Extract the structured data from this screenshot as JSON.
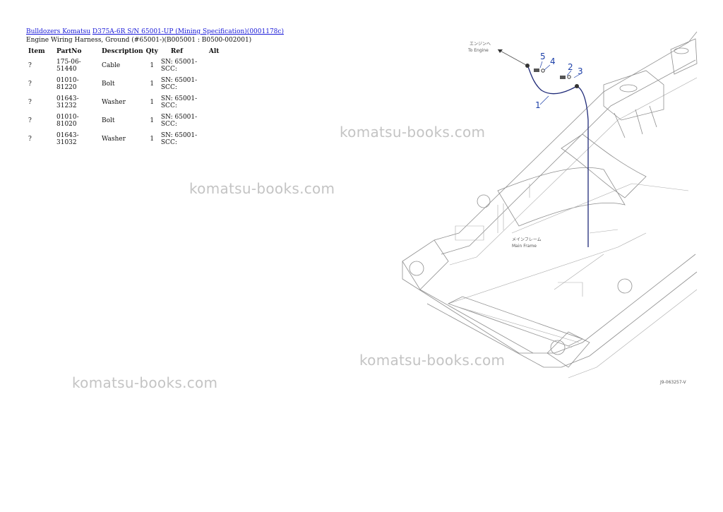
{
  "breadcrumb": {
    "link1": "Bulldozers Komatsu",
    "link2": "D375A-6R S/N 65001-UP (Mining Specification)(0001178c)"
  },
  "subtitle": "Engine Wiring Harness, Ground (#65001-)(B005001 : B0500-002001)",
  "table": {
    "headers": [
      "Item",
      "PartNo",
      "Description",
      "Qty",
      "Ref",
      "Alt"
    ],
    "rows": [
      {
        "item": "?",
        "partno": "175-06-51440",
        "desc": "Cable",
        "qty": "1",
        "ref": "SN: 65001-SCC:",
        "alt": ""
      },
      {
        "item": "?",
        "partno": "01010-81220",
        "desc": "Bolt",
        "qty": "1",
        "ref": "SN: 65001-SCC:",
        "alt": ""
      },
      {
        "item": "?",
        "partno": "01643-31232",
        "desc": "Washer",
        "qty": "1",
        "ref": "SN: 65001-SCC:",
        "alt": ""
      },
      {
        "item": "?",
        "partno": "01010-81020",
        "desc": "Bolt",
        "qty": "1",
        "ref": "SN: 65001-SCC:",
        "alt": ""
      },
      {
        "item": "?",
        "partno": "01643-31032",
        "desc": "Washer",
        "qty": "1",
        "ref": "SN: 65001-SCC:",
        "alt": ""
      }
    ]
  },
  "watermark": "komatsu-books.com",
  "diagram": {
    "callouts": [
      "1",
      "2",
      "3",
      "4",
      "5"
    ],
    "to_engine_jp": "エンジンへ",
    "to_engine_en": "To Engine",
    "main_frame_jp": "メインフレーム",
    "main_frame_en": "Main Frame",
    "figure_code": "J9-063257-V"
  },
  "colors": {
    "link": "#1a1ad8",
    "callout": "#1c3fa8",
    "watermark": "#c4c4c4"
  }
}
